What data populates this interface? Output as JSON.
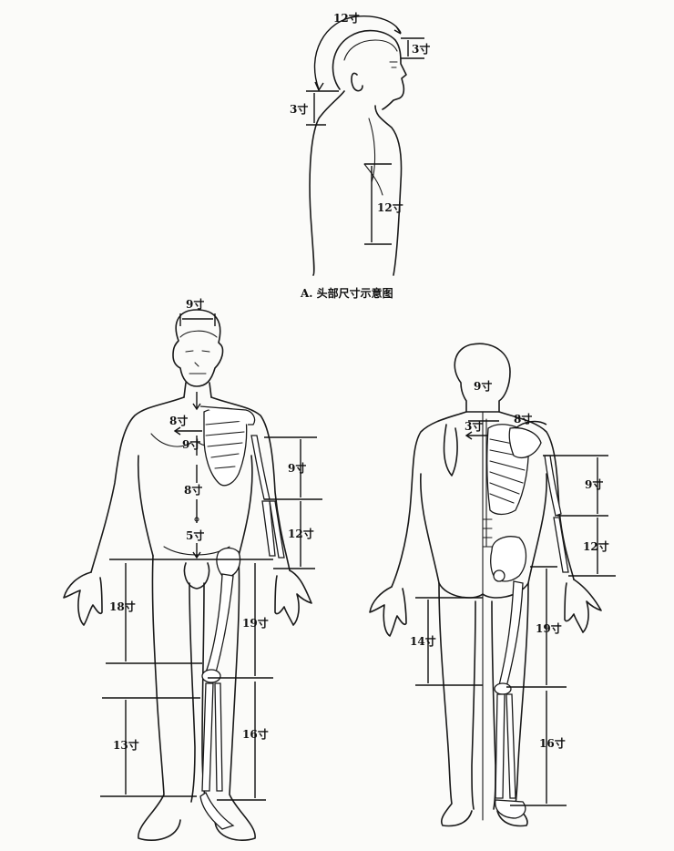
{
  "caption_head": "A. 头部尺寸示意图",
  "labels": {
    "head_top_arc": "12寸",
    "head_forehead": "3寸",
    "head_neck": "3寸",
    "head_chest": "12寸",
    "front_head_width": "9寸",
    "front_chest_width": "8寸",
    "front_sternum": "9寸",
    "front_upper_abdomen": "8寸",
    "front_lower_abdomen": "5寸",
    "front_upper_arm": "9寸",
    "front_forearm": "12寸",
    "front_thigh_inner": "18寸",
    "front_thigh_outer": "19寸",
    "front_shin_inner": "13寸",
    "front_shin_outer": "16寸",
    "back_head": "9寸",
    "back_neck_width": "3寸",
    "back_shoulder": "8寸",
    "back_upper_arm": "9寸",
    "back_forearm": "12寸",
    "back_buttock_knee": "14寸",
    "back_thigh": "19寸",
    "back_shin": "16寸"
  }
}
